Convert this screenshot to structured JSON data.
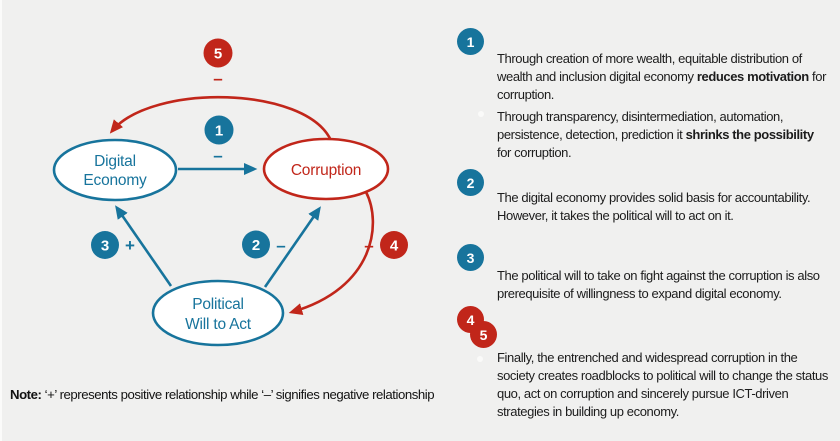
{
  "colors": {
    "background": "#f0f0ef",
    "blue": "#17749c",
    "red": "#c1261a",
    "node_fill": "#ffffff",
    "text": "#1c1c1c"
  },
  "diagram": {
    "nodes": {
      "digital_economy": {
        "line1": "Digital",
        "line2": "Economy"
      },
      "corruption": {
        "label": "Corruption"
      },
      "political_will": {
        "line1": "Political",
        "line2": "Will to Act"
      }
    },
    "edges": [
      {
        "from": "Digital Economy",
        "to": "Corruption",
        "badge": "1",
        "sign": "–",
        "color": "blue"
      },
      {
        "from": "Political Will to Act",
        "to": "Corruption",
        "badge": "2",
        "sign": "–",
        "color": "blue"
      },
      {
        "from": "Political Will to Act",
        "to": "Digital Economy",
        "badge": "3",
        "sign": "+",
        "color": "blue"
      },
      {
        "from": "Corruption",
        "to": "Political Will to Act",
        "badge": "4",
        "sign": "–",
        "color": "red"
      },
      {
        "from": "Corruption",
        "to": "Digital Economy",
        "badge": "5",
        "sign": "–",
        "color": "red"
      }
    ]
  },
  "annotations": {
    "item1": {
      "badge": "1",
      "para1": {
        "pre": "Through creation of more wealth, equitable distribution of wealth and inclusion digital economy ",
        "bold": "reduces motivation",
        "post": " for corruption."
      },
      "para2": {
        "pre": "Through transparency, disintermediation, automation, persistence, detection, prediction it ",
        "bold": "shrinks the possibility",
        "post": " for corruption."
      }
    },
    "item2": {
      "badge": "2",
      "text": "The digital economy provides solid basis for accountability. However, it takes the political will to act on it."
    },
    "item3": {
      "badge": "3",
      "text": "The political will to take on fight against the corruption is also prerequisite of willingness to expand digital economy."
    },
    "item45": {
      "badge_a": "4",
      "badge_b": "5",
      "text": "Finally, the entrenched and widespread corruption in the society creates roadblocks to political will to change the status quo, act on corruption and sincerely pursue ICT-driven strategies in building up economy."
    }
  },
  "note": {
    "label": "Note:",
    "text": " ‘+’ represents positive relationship while ‘–’ signifies negative relationship"
  }
}
